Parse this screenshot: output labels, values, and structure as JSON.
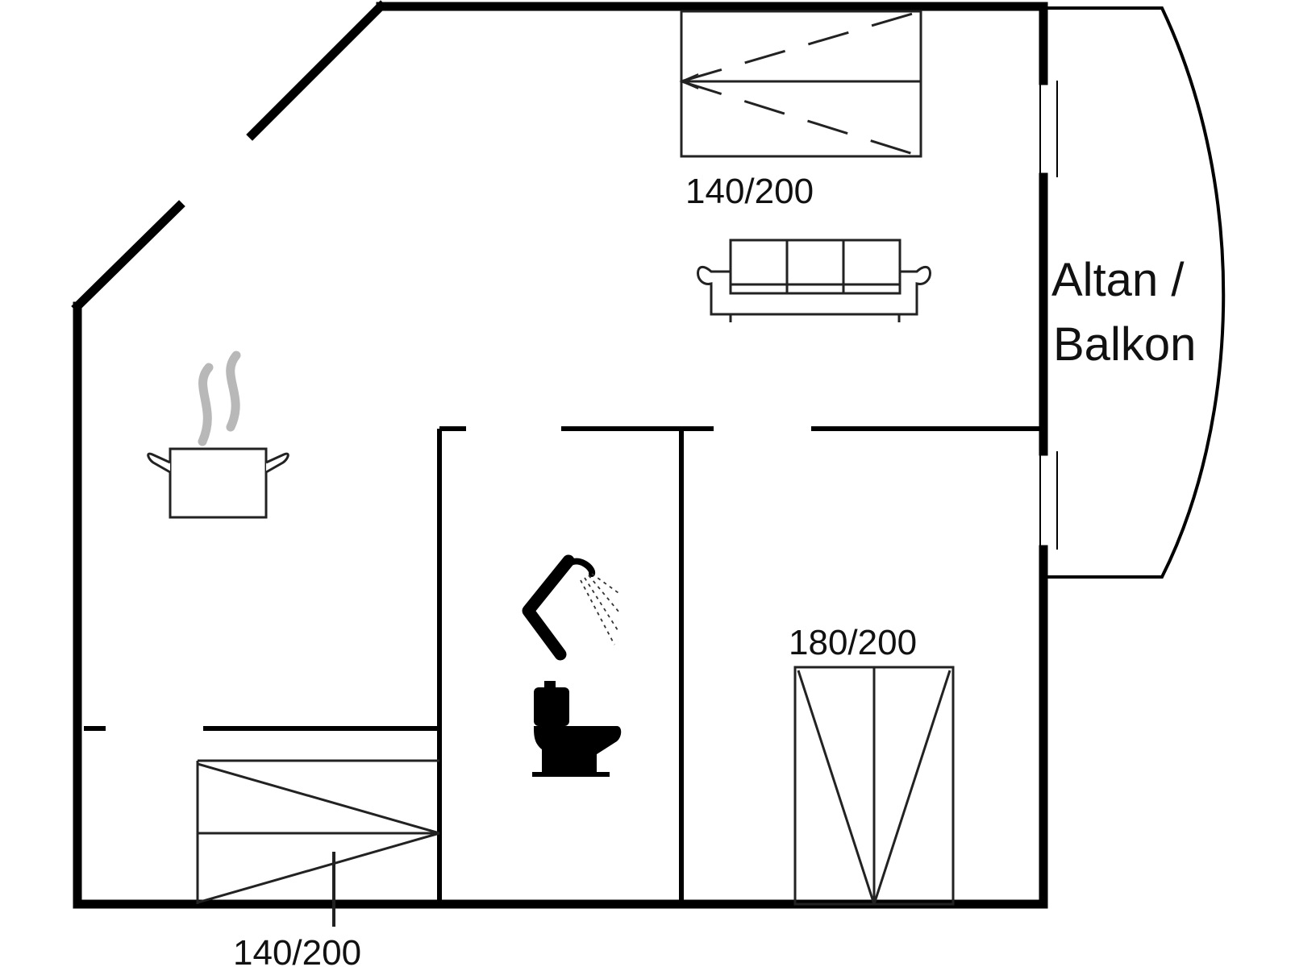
{
  "floorplan": {
    "labels": {
      "bed_top": "140/200",
      "bed_right": "180/200",
      "bed_bottom": "140/200",
      "balcony_line1": "Altan /",
      "balcony_line2": "Balkon"
    },
    "icons": {
      "kitchen": "cooking-pot-icon",
      "sofa": "sofa-icon",
      "shower": "shower-icon",
      "toilet": "toilet-icon"
    },
    "colors": {
      "wall": "#000000",
      "furniture": "#222222",
      "steam": "#b8b8b8",
      "background": "#ffffff"
    }
  }
}
